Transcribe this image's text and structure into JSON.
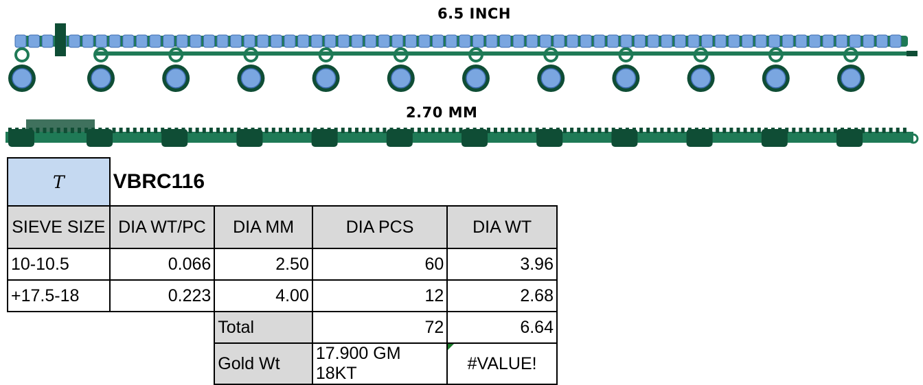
{
  "dimensions": {
    "length_label": "6.5 INCH",
    "width_label": "2.70 MM"
  },
  "product": {
    "logo_letter": "T",
    "code": "VBRC116"
  },
  "colors": {
    "metal": "#1f7a56",
    "metal_dark": "#0f4d35",
    "stone": "#7aa6e0",
    "stone_dark": "#3c6cb0",
    "header_bg": "#d9d9d9",
    "logo_bg": "#c5d9f1"
  },
  "table": {
    "headers": [
      "SIEVE SIZE",
      "DIA WT/PC",
      "DIA MM",
      "DIA PCS",
      "DIA WT"
    ],
    "rows": [
      [
        "10-10.5",
        "0.066",
        "2.50",
        "60",
        "3.96"
      ],
      [
        "+17.5-18",
        "0.223",
        "4.00",
        "12",
        "2.68"
      ]
    ],
    "total": {
      "label": "Total",
      "pcs": "72",
      "wt": "6.64"
    },
    "gold": {
      "label": "Gold Wt",
      "value": "17.900 GM 18KT",
      "wt": "#VALUE!"
    }
  }
}
